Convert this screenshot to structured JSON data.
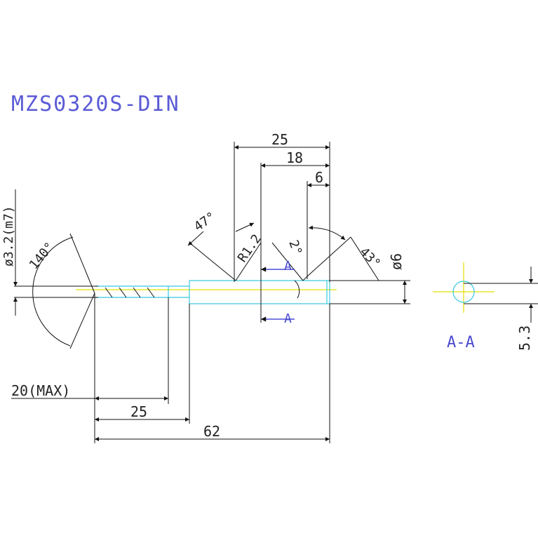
{
  "drawing": {
    "title": "MZS0320S-DIN",
    "section_label": "A-A",
    "section_marker": "A",
    "dimensions": {
      "top_25": "25",
      "top_18": "18",
      "top_6": "6",
      "angle_47": "47°",
      "angle_43": "43°",
      "angle_140": "140°",
      "angle_2": "2°",
      "radius": "R1.2",
      "diameter_6": "ø6",
      "diameter_32": "ø3.2(m7)",
      "flute_length": "20(MAX)",
      "bottom_25": "25",
      "overall_62": "62",
      "section_53": "5.3"
    }
  },
  "colors": {
    "title": "#5b5bd6",
    "dimension": "#111111",
    "tool_outline": "#36c8e0",
    "centerline": "#e6e000",
    "section_marker": "#2a2ad0"
  }
}
